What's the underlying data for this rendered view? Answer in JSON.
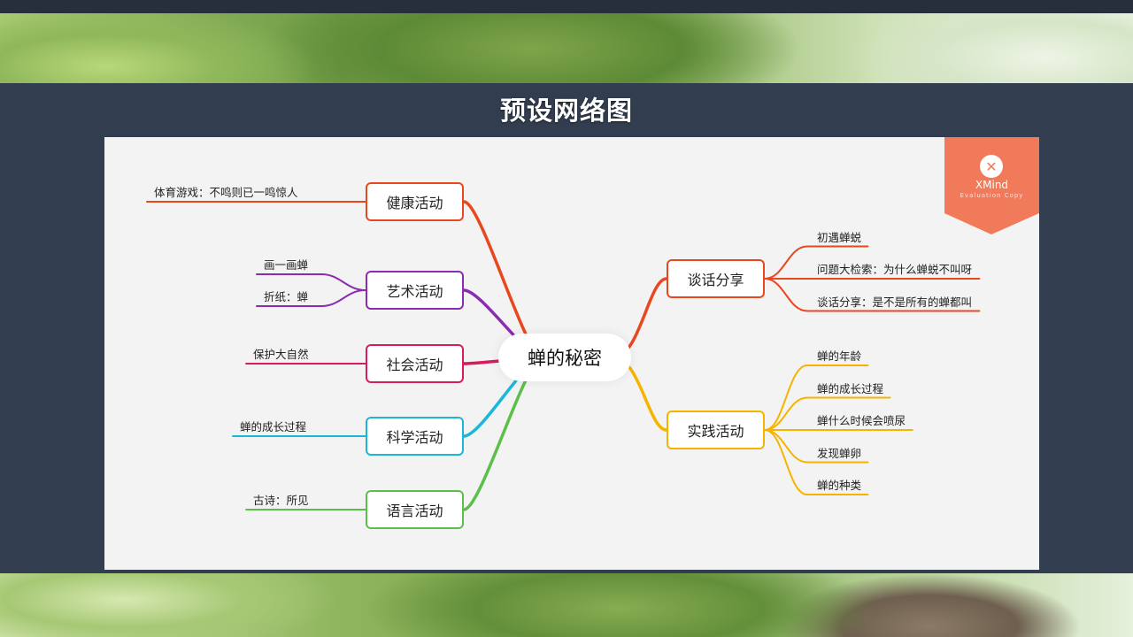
{
  "page": {
    "title": "预设网络图"
  },
  "mindmap": {
    "center": "蝉的秘密",
    "left_branches": [
      {
        "label": "健康活动",
        "color": "#e8471f",
        "leaves": [
          "体育游戏：不鸣则已一鸣惊人"
        ]
      },
      {
        "label": "艺术活动",
        "color": "#8a2bb0",
        "leaves": [
          "画一画蝉",
          "折纸：蝉"
        ]
      },
      {
        "label": "社会活动",
        "color": "#d81b60",
        "leaves": [
          "保护大自然"
        ]
      },
      {
        "label": "科学活动",
        "color": "#19b8d8",
        "leaves": [
          "蝉的成长过程"
        ]
      },
      {
        "label": "语言活动",
        "color": "#5cbf4a",
        "leaves": [
          "古诗：所见"
        ]
      }
    ],
    "right_branches": [
      {
        "label": "谈话分享",
        "color": "#e8471f",
        "leaves": [
          "初遇蝉蜕",
          "问题大检索：为什么蝉蜕不叫呀",
          "谈话分享：是不是所有的蝉都叫"
        ]
      },
      {
        "label": "实践活动",
        "color": "#f5b400",
        "leaves": [
          "蝉的年龄",
          "蝉的成长过程",
          "蝉什么时候会喷尿",
          "发现蝉卵",
          "蝉的种类"
        ]
      }
    ]
  },
  "watermark": {
    "logo": "✕",
    "brand": "XMind",
    "note": "Evaluation Copy",
    "color": "#f07a5a",
    "logo_icon": "xmind-logo-icon"
  }
}
